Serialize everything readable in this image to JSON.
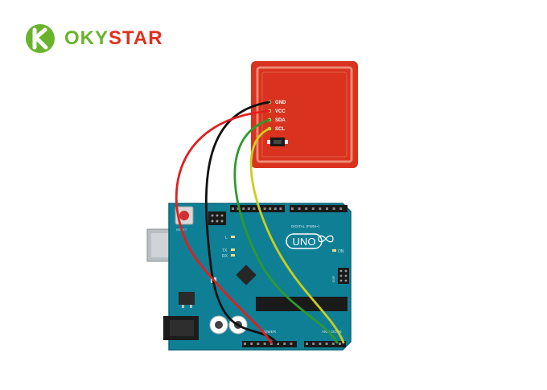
{
  "logo": {
    "part1": "OKY",
    "part2": "STAR",
    "icon": "k-leaf-logo-icon",
    "green": "#6ab42c",
    "red": "#e0301e"
  },
  "module": {
    "pins": [
      "GND",
      "VCC",
      "SDA",
      "SCL"
    ],
    "color": "#d9321e"
  },
  "board": {
    "label": "UNO",
    "digital_label": "DIGITAL (PWM~)",
    "power_label": "POWER",
    "analog_label": "ANALOG IN",
    "led_labels": [
      "L",
      "TX",
      "RX"
    ],
    "on_label": "ON",
    "reset_label": "RESET",
    "icsp_label": "ICSP",
    "color": "#0f7f95"
  },
  "wires": {
    "gnd_color": "#111111",
    "vcc_color": "#e02020",
    "sda_color": "#2e9a2e",
    "scl_color": "#c8cf1e"
  }
}
